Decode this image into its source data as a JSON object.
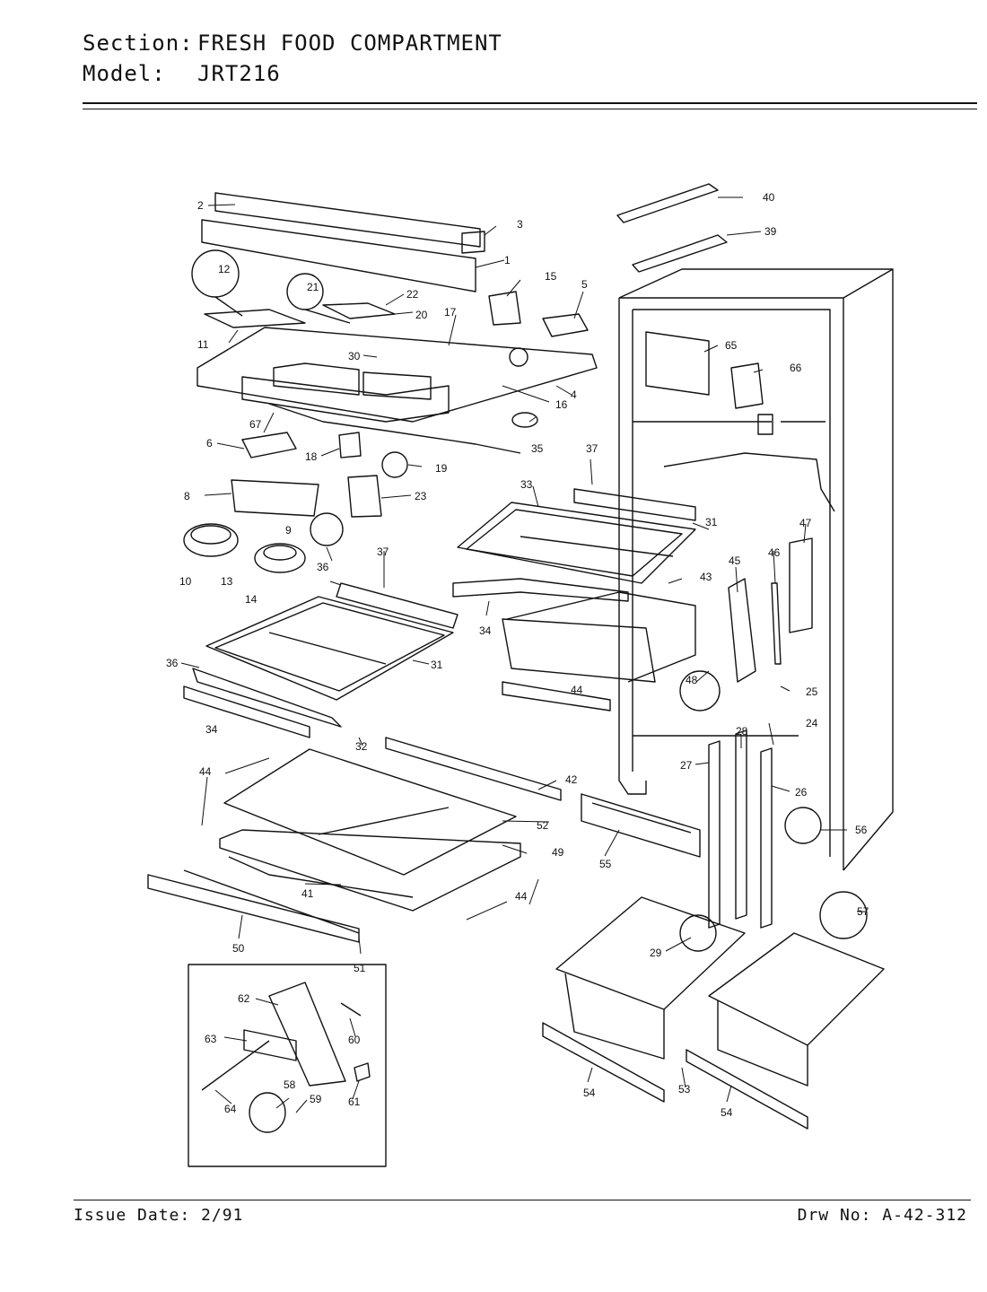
{
  "header": {
    "section_label": "Section:",
    "section_value": "FRESH FOOD COMPARTMENT",
    "model_label": "Model:",
    "model_value": "JRT216"
  },
  "footer": {
    "issue_date": "Issue Date: 2/91",
    "drawing_number": "Drw No: A-42-312"
  },
  "callouts": {
    "c1": "1",
    "c2": "2",
    "c3": "3",
    "c4": "4",
    "c5": "5",
    "c6": "6",
    "c8": "8",
    "c9": "9",
    "c10": "10",
    "c11": "11",
    "c12": "12",
    "c13": "13",
    "c14": "14",
    "c15": "15",
    "c16": "16",
    "c17": "17",
    "c18": "18",
    "c19": "19",
    "c20": "20",
    "c21": "21",
    "c22": "22",
    "c23": "23",
    "c24": "24",
    "c25": "25",
    "c26": "26",
    "c27": "27",
    "c28": "28",
    "c29": "29",
    "c30": "30",
    "c31a": "31",
    "c31b": "31",
    "c32": "32",
    "c33": "33",
    "c34a": "34",
    "c34b": "34",
    "c35": "35",
    "c36a": "36",
    "c36b": "36",
    "c37a": "37",
    "c37b": "37",
    "c39": "39",
    "c40": "40",
    "c41": "41",
    "c42": "42",
    "c43": "43",
    "c44a": "44",
    "c44b": "44",
    "c44c": "44",
    "c45": "45",
    "c46": "46",
    "c47": "47",
    "c48": "48",
    "c49": "49",
    "c50": "50",
    "c51": "51",
    "c52": "52",
    "c53": "53",
    "c54a": "54",
    "c54b": "54",
    "c55": "55",
    "c56": "56",
    "c57": "57",
    "c58": "58",
    "c59": "59",
    "c60": "60",
    "c61": "61",
    "c62": "62",
    "c63": "63",
    "c64": "64",
    "c65": "65",
    "c66": "66",
    "c67": "67"
  }
}
